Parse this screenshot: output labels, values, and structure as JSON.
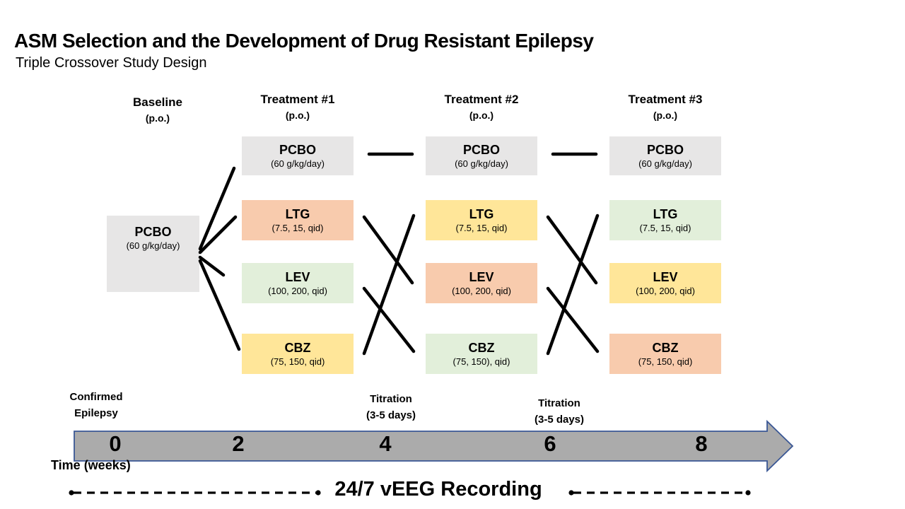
{
  "title": "ASM Selection and the Development of Drug Resistant Epilepsy",
  "subtitle": "Triple Crossover Study Design",
  "colors": {
    "placebo_gray": "#e7e6e6",
    "group_orange": "#f8cbad",
    "group_green": "#e2efda",
    "group_yellow": "#ffe699",
    "timeline_fill": "#ababab",
    "timeline_border": "#3a5795",
    "line_black": "#000000"
  },
  "baseline": {
    "header": "Baseline",
    "route": "(p.o.)",
    "box": {
      "label": "PCBO",
      "dose": "(60 g/kg/day)",
      "color": "pcbo"
    }
  },
  "treatments": [
    {
      "header": "Treatment #1",
      "route": "(p.o.)",
      "boxes": [
        {
          "label": "PCBO",
          "dose": "(60 g/kg/day)",
          "color": "pcbo"
        },
        {
          "label": "LTG",
          "dose": "(7.5, 15, qid)",
          "color": "orange"
        },
        {
          "label": "LEV",
          "dose": "(100, 200, qid)",
          "color": "green"
        },
        {
          "label": "CBZ",
          "dose": "(75, 150, qid)",
          "color": "yellow"
        }
      ]
    },
    {
      "header": "Treatment #2",
      "route": "(p.o.)",
      "boxes": [
        {
          "label": "PCBO",
          "dose": "(60 g/kg/day)",
          "color": "pcbo"
        },
        {
          "label": "LTG",
          "dose": "(7.5, 15, qid)",
          "color": "yellow"
        },
        {
          "label": "LEV",
          "dose": "(100, 200, qid)",
          "color": "orange"
        },
        {
          "label": "CBZ",
          "dose": "(75, 150), qid)",
          "color": "green"
        }
      ]
    },
    {
      "header": "Treatment #3",
      "route": "(p.o.)",
      "boxes": [
        {
          "label": "PCBO",
          "dose": "(60 g/kg/day)",
          "color": "pcbo"
        },
        {
          "label": "LTG",
          "dose": "(7.5, 15, qid)",
          "color": "green"
        },
        {
          "label": "LEV",
          "dose": "(100, 200, qid)",
          "color": "yellow"
        },
        {
          "label": "CBZ",
          "dose": "(75, 150, qid)",
          "color": "orange"
        }
      ]
    }
  ],
  "timeline": {
    "ticks": [
      "0",
      "2",
      "4",
      "6",
      "8"
    ],
    "axis_label": "Time (weeks)",
    "confirmed": {
      "line1": "Confirmed",
      "line2": "Epilepsy"
    },
    "titration1": {
      "line1": "Titration",
      "line2": "(3-5 days)"
    },
    "titration2": {
      "line1": "Titration",
      "line2": "(3-5 days)"
    }
  },
  "veeg": {
    "label": "24/7 vEEG Recording"
  }
}
